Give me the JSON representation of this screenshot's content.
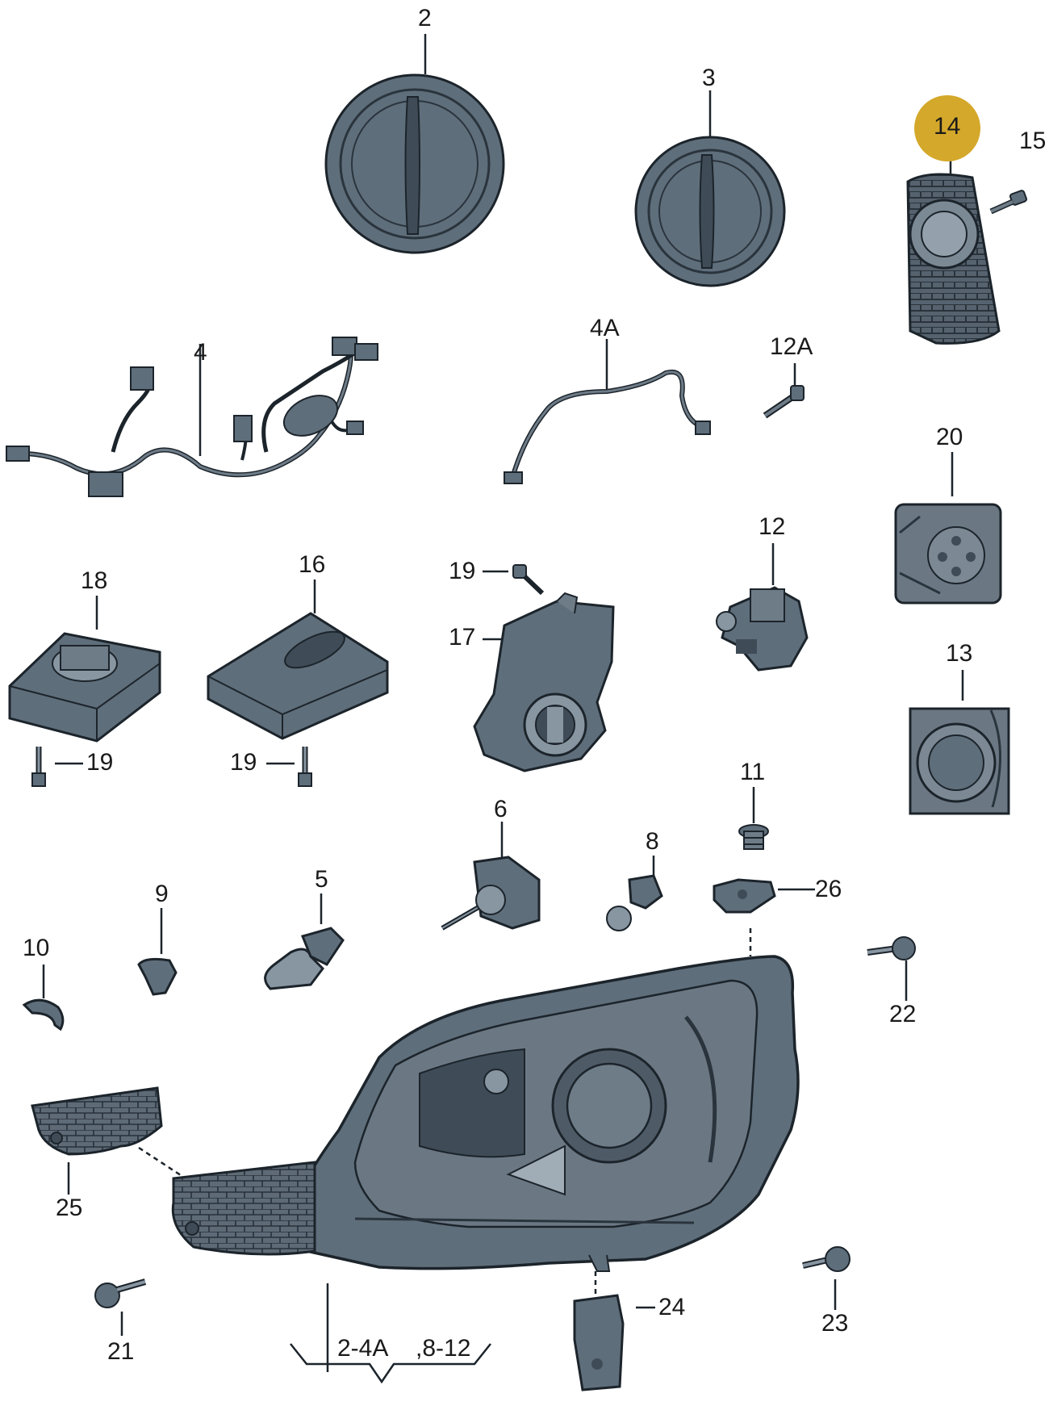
{
  "colors": {
    "part_fill": "#5f6e7b",
    "part_dark": "#3f4c57",
    "part_light": "#8896a2",
    "stroke": "#1c242b",
    "callout_highlight": "#d4a82a",
    "background": "#ffffff"
  },
  "highlighted_callout": "14",
  "callouts": {
    "c2": "2",
    "c3": "3",
    "c14": "14",
    "c15": "15",
    "c4": "4",
    "c4a": "4A",
    "c12a": "12A",
    "c20": "20",
    "c18": "18",
    "c16": "16",
    "c19_top": "19",
    "c17": "17",
    "c12": "12",
    "c13": "13",
    "c19_left": "19",
    "c19_mid": "19",
    "c6": "6",
    "c11": "11",
    "c8": "8",
    "c9": "9",
    "c5": "5",
    "c26": "26",
    "c10": "10",
    "c22": "22",
    "c25": "25",
    "c23": "23",
    "c21": "21",
    "c24": "24",
    "range_a": "2-4A",
    "range_b": ",8-12"
  }
}
